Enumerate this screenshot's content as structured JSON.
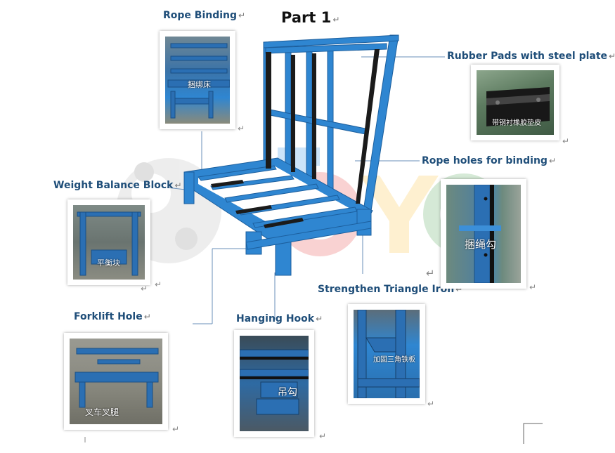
{
  "title": "Part 1",
  "return_mark": "↵",
  "labels": {
    "rope_binding": "Rope Binding",
    "rubber_pads": "Rubber Pads with steel plate",
    "rope_holes": "Rope holes for binding",
    "weight_balance": "Weight Balance Block",
    "strengthen": "Strengthen Triangle Iron",
    "forklift": "Forklift Hole",
    "hanging_hook": "Hanging Hook"
  },
  "captions": {
    "rope_binding": "捆绑床",
    "rubber_pads": "带钢衬橡胶垫皮",
    "rope_holes": "捆绳勾",
    "weight_balance": "平衡块",
    "strengthen": "加固三角铁板",
    "forklift": "叉车叉腿",
    "hanging_hook": "吊勾"
  },
  "watermark": "TOYO",
  "colors": {
    "label": "#1f4e79",
    "rack_blue": "#2f86d1",
    "pad_black": "#1b1b1b"
  }
}
